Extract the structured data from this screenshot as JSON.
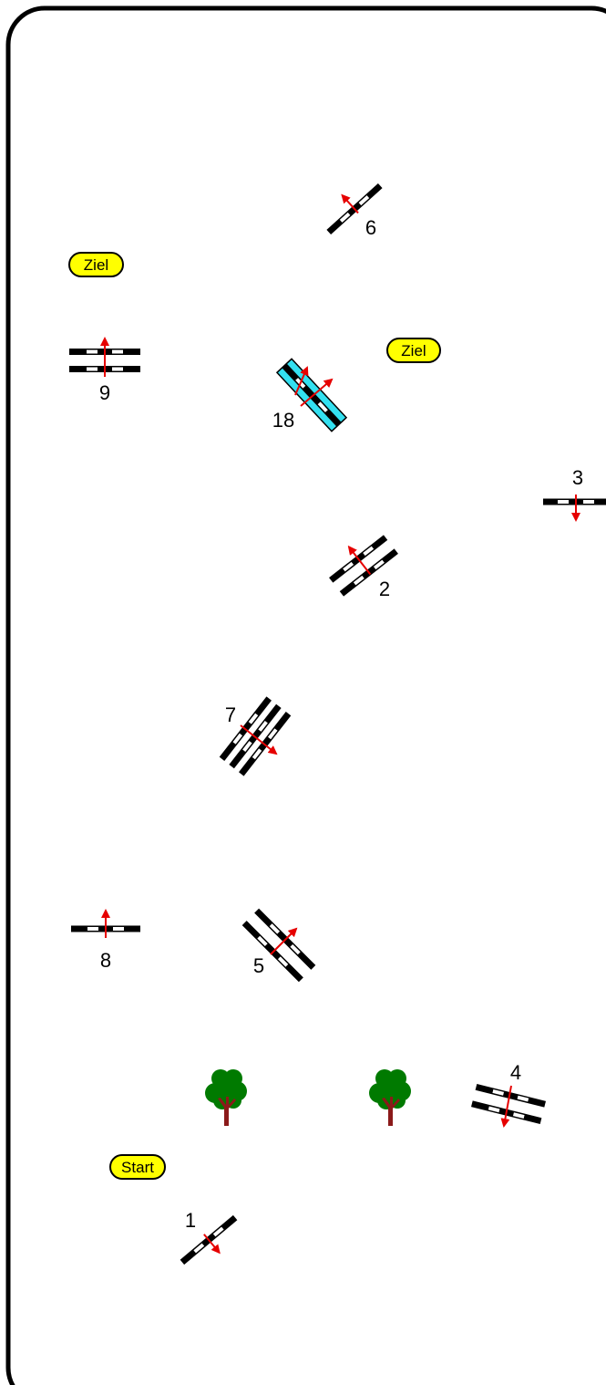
{
  "colors": {
    "arrow": "#e60000",
    "ziel_fill": "#ffff00",
    "tree_foliage": "#007a00",
    "tree_trunk": "#8b1a1a",
    "water_fill": "#33e0f0"
  },
  "labels": {
    "ziel": "Ziel",
    "start": "Start"
  },
  "obstacles": [
    {
      "number": "1",
      "type": "single",
      "angle_deg": -40
    },
    {
      "number": "2",
      "type": "oxer",
      "angle_deg": -38
    },
    {
      "number": "3",
      "type": "single",
      "angle_deg": 0
    },
    {
      "number": "4",
      "type": "oxer",
      "angle_deg": 14
    },
    {
      "number": "5",
      "type": "oxer",
      "angle_deg": 45
    },
    {
      "number": "6",
      "type": "single",
      "angle_deg": -42
    },
    {
      "number": "7",
      "type": "triple",
      "angle_deg": -52
    },
    {
      "number": "8",
      "type": "single",
      "angle_deg": 0
    },
    {
      "number": "9",
      "type": "oxer",
      "angle_deg": 0
    },
    {
      "number": "18",
      "type": "water",
      "angle_deg": 47
    }
  ],
  "decorations": [
    {
      "icon": "tree-icon"
    },
    {
      "icon": "tree-icon"
    }
  ]
}
